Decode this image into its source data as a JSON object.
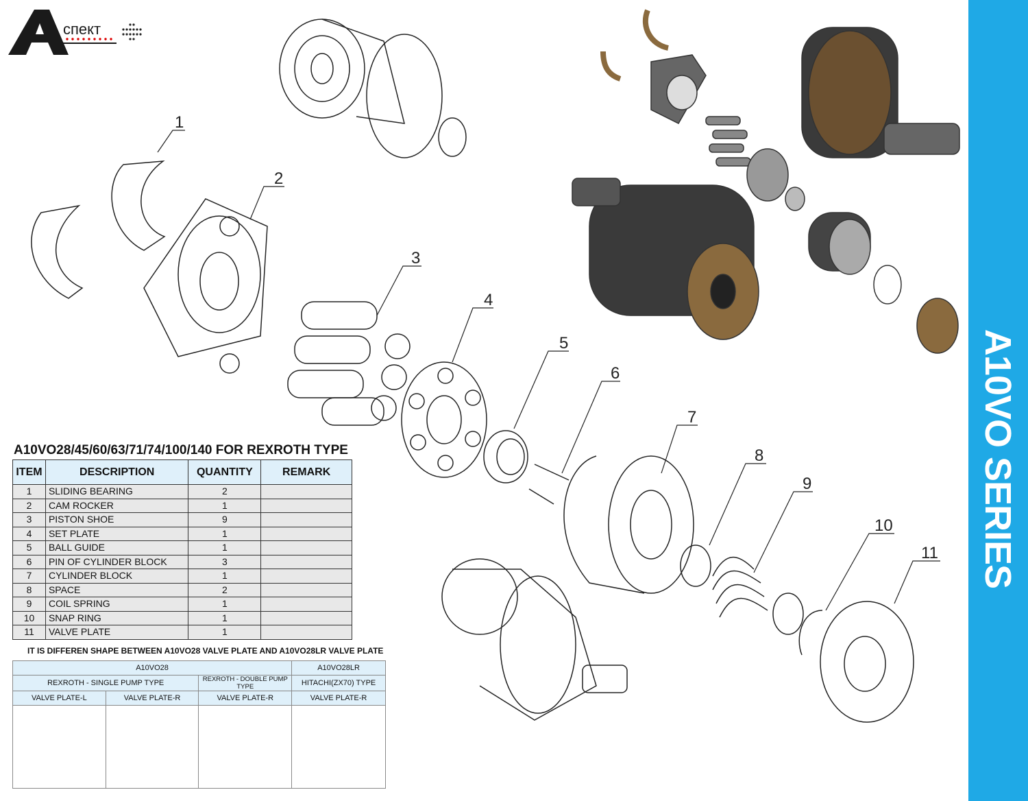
{
  "logo": {
    "text": "спект",
    "letter": "A"
  },
  "sidebar": {
    "title": "A10VO SERIES",
    "color": "#1fa9e6"
  },
  "callouts": [
    "1",
    "2",
    "3",
    "4",
    "5",
    "6",
    "7",
    "8",
    "9",
    "10",
    "11"
  ],
  "parts_table": {
    "title": "A10VO28/45/60/63/71/74/100/140 FOR REXROTH TYPE",
    "headers": [
      "ITEM",
      "DESCRIPTION",
      "QUANTITY",
      "REMARK"
    ],
    "rows": [
      {
        "item": "1",
        "description": "SLIDING BEARING",
        "quantity": "2",
        "remark": ""
      },
      {
        "item": "2",
        "description": "CAM ROCKER",
        "quantity": "1",
        "remark": ""
      },
      {
        "item": "3",
        "description": "PISTON SHOE",
        "quantity": "9",
        "remark": ""
      },
      {
        "item": "4",
        "description": "SET PLATE",
        "quantity": "1",
        "remark": ""
      },
      {
        "item": "5",
        "description": "BALL GUIDE",
        "quantity": "1",
        "remark": ""
      },
      {
        "item": "6",
        "description": "PIN OF CYLINDER BLOCK",
        "quantity": "3",
        "remark": ""
      },
      {
        "item": "7",
        "description": "CYLINDER BLOCK",
        "quantity": "1",
        "remark": ""
      },
      {
        "item": "8",
        "description": "SPACE",
        "quantity": "2",
        "remark": ""
      },
      {
        "item": "9",
        "description": "COIL SPRING",
        "quantity": "1",
        "remark": ""
      },
      {
        "item": "10",
        "description": "SNAP RING",
        "quantity": "1",
        "remark": ""
      },
      {
        "item": "11",
        "description": "VALVE PLATE",
        "quantity": "1",
        "remark": ""
      }
    ]
  },
  "valve_note": "IT IS DIFFEREN SHAPE BETWEEN  A10VO28 VALVE PLATE AND A10VO28LR VALVE PLATE",
  "valve_table": {
    "model_a": "A10VO28",
    "model_b": "A10VO28LR",
    "type_single": "REXROTH - SINGLE PUMP TYPE",
    "type_double": "REXROTH - DOUBLE PUMP TYPE",
    "type_hitachi": "HITACHI(ZX70) TYPE",
    "plates": [
      "VALVE PLATE-L",
      "VALVE PLATE-R",
      "VALVE PLATE-R",
      "VALVE PLATE-R"
    ]
  }
}
